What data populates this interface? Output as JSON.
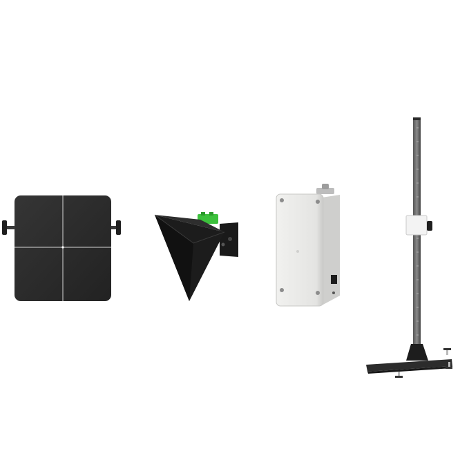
{
  "scene": {
    "background": "#ffffff",
    "items": [
      {
        "name": "radar-target-plate",
        "color": "#2b2b2b"
      },
      {
        "name": "corner-reflector",
        "color": "#1e1e1e",
        "accent": "#3cc13c"
      },
      {
        "name": "enclosure-box",
        "color": "#e6e6e4"
      },
      {
        "name": "calibration-stand",
        "color": "#3a3a3a"
      }
    ]
  }
}
